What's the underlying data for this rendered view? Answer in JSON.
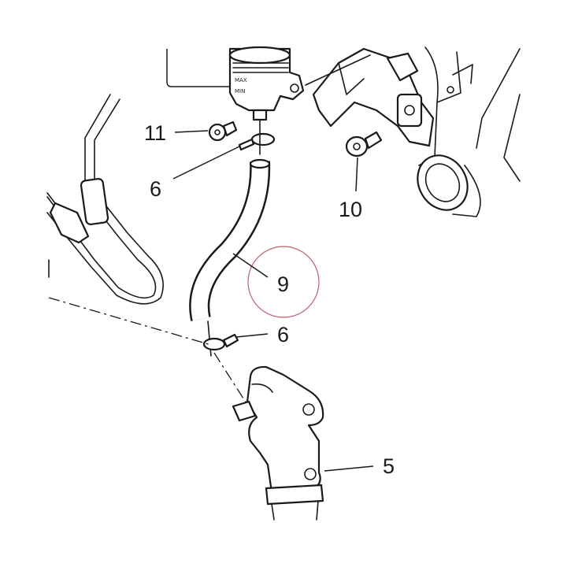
{
  "labels": {
    "p11": "11",
    "p6_upper": "6",
    "p10": "10",
    "p9": "9",
    "p6_lower": "6",
    "p5": "5"
  },
  "reservoir_marks": {
    "max": "MAX",
    "min": "MIN"
  },
  "colors": {
    "line": "#1a1a1a",
    "highlight": "#c0606a"
  }
}
